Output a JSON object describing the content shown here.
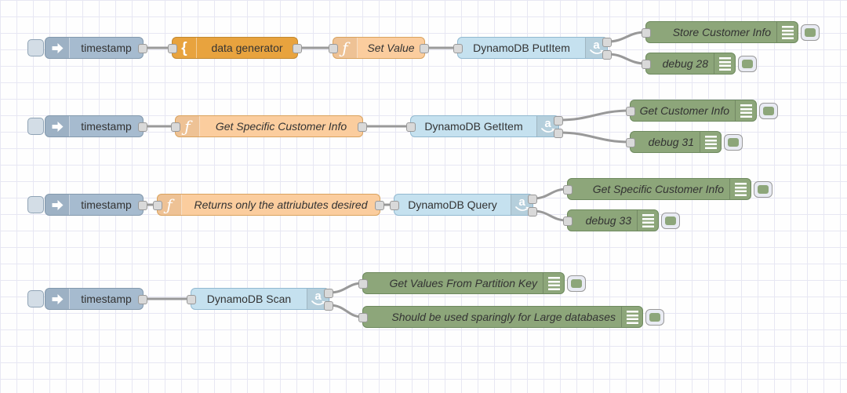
{
  "editor": {
    "type": "node-red-flow-canvas"
  },
  "palette": {
    "inject_fill": "#a6bbcf",
    "generator_fill": "#e8a33e",
    "function_fill": "#fbcd9e",
    "dynamodb_fill": "#c5e1ef",
    "debug_fill": "#8da67a",
    "wire": "#999999",
    "grid_line": "#e7e7f3",
    "port_fill": "#d9d9d9"
  },
  "icons": {
    "generator_glyph": "{",
    "function_glyph": "ƒ",
    "amazon_glyph": "a"
  },
  "flows": [
    {
      "inject": "timestamp",
      "generator": "data generator",
      "function": "Set Value",
      "dynamodb": "DynamoDB PutItem",
      "debug_top": "Store Customer Info",
      "debug_bottom": "debug 28"
    },
    {
      "inject": "timestamp",
      "function": "Get Specific Customer Info",
      "dynamodb": "DynamoDB GetItem",
      "debug_top": "Get Customer Info",
      "debug_bottom": "debug 31"
    },
    {
      "inject": "timestamp",
      "function": "Returns only the attriubutes desired",
      "dynamodb": "DynamoDB Query",
      "debug_top": "Get Specific Customer Info",
      "debug_bottom": "debug 33"
    },
    {
      "inject": "timestamp",
      "dynamodb": "DynamoDB Scan",
      "debug_top": "Get Values From Partition Key",
      "debug_bottom": "Should be used sparingly for Large databases"
    }
  ]
}
